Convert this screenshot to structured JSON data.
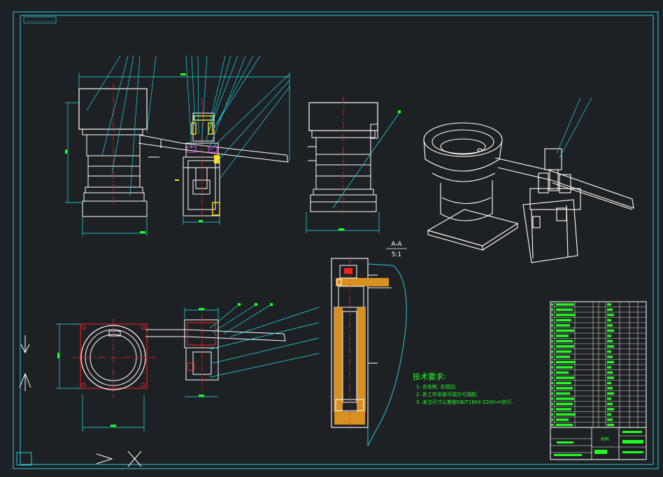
{
  "section": {
    "label": "A-A",
    "scale": "5:1"
  },
  "notes": {
    "heading": "技术要求:",
    "items": [
      "1. 去毛刺, 去锐边;",
      "2. 各工件安装可调方可调配;",
      "3. 未注尺寸公差按GB/T1804-Z200-m执行."
    ]
  },
  "title_block": {
    "material_label": "材料"
  },
  "colors": {
    "background": "#1e2124",
    "frame": "#2ec8d8",
    "geometry": "#ffffff",
    "centerline": "#ff2020",
    "leader": "#20d8e8",
    "dimension": "#20e8e8",
    "highlight": "#20ff20",
    "accent_yellow": "#ffe020",
    "accent_orange": "#d89020",
    "accent_magenta": "#ff40ff"
  }
}
